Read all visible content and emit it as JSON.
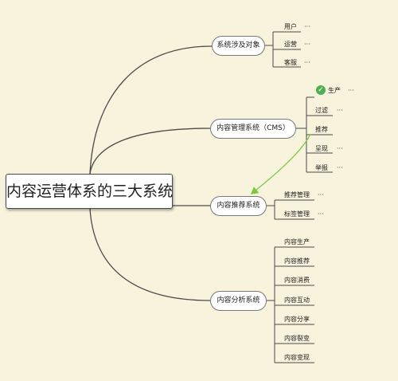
{
  "root": {
    "label": "内容运营体系的三大系统"
  },
  "branches": [
    {
      "label": "系统涉及对象",
      "children": [
        "用户",
        "运营",
        "客服"
      ]
    },
    {
      "label": "内容管理系统（CMS）",
      "children": [
        "生产",
        "过滤",
        "推荐",
        "呈现",
        "举报"
      ],
      "completed_child": "生产"
    },
    {
      "label": "内容推荐系统",
      "children": [
        "推荐管理",
        "标签管理"
      ]
    },
    {
      "label": "内容分析系统",
      "children": [
        "内容生产",
        "内容推荐",
        "内容消费",
        "内容互动",
        "内容分享",
        "内容裂变",
        "内容变现"
      ]
    }
  ],
  "more_marker": "···",
  "check_mark": "✓",
  "relationship": {
    "from": "推荐",
    "to": "内容推荐系统",
    "color": "#7ac943"
  },
  "colors": {
    "background": "#f8f3dc",
    "line": "#4a4a4a",
    "node_fill": "#ffffff",
    "check": "#4caf50"
  }
}
